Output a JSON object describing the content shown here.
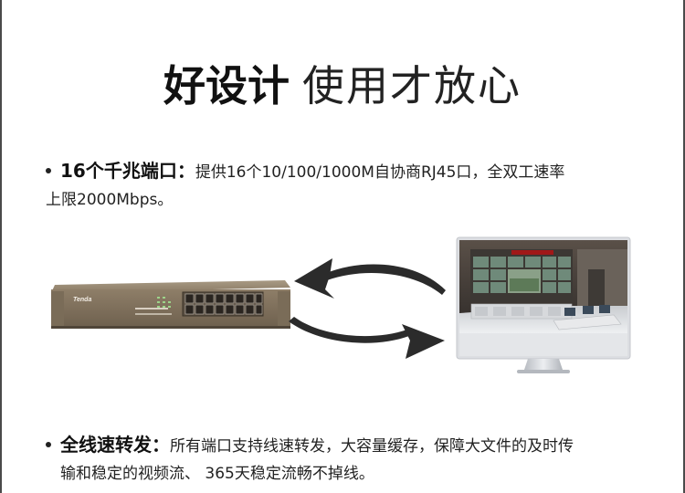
{
  "headline": {
    "bold": "好设计",
    "light": "使用才放心"
  },
  "features": [
    {
      "label": "16个千兆端口：",
      "line1": "提供16个10/100/1000M自协商RJ45口，全双工速率",
      "line2": "上限2000Mbps。"
    },
    {
      "label": "全线速转发：",
      "line1": "所有端口支持线速转发，大容量缓存，保障大文件的及时传",
      "line2": "输和稳定的视频流、 365天稳定流畅不掉线。"
    }
  ],
  "switch_brand": "Tenda",
  "colors": {
    "switch_body": "#8c7c66",
    "monitor_frame": "#dcdee2",
    "arrow": "#2b2b2b"
  }
}
